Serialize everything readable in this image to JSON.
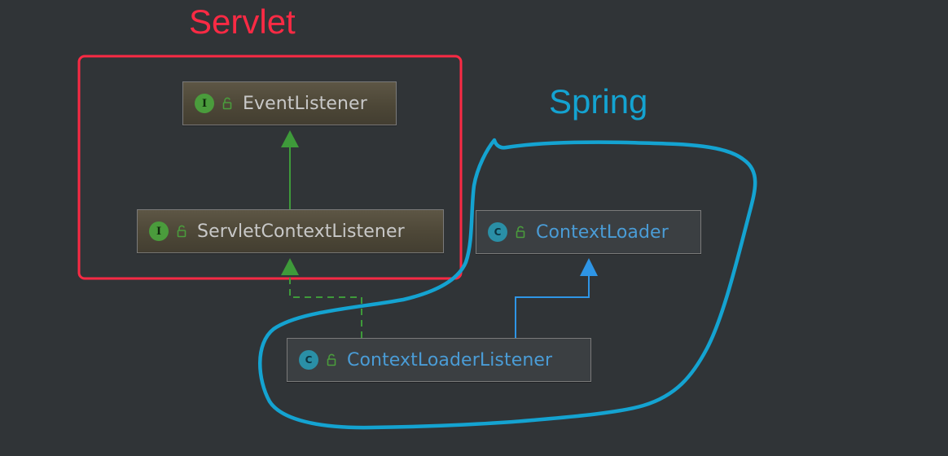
{
  "annotations": {
    "servlet_label": "Servlet",
    "spring_label": "Spring",
    "servlet_color": "#fa2a44",
    "spring_color": "#14a3d1"
  },
  "nodes": {
    "event_listener": {
      "kind": "interface",
      "kind_letter": "I",
      "name": "EventListener"
    },
    "servlet_context_listener": {
      "kind": "interface",
      "kind_letter": "I",
      "name": "ServletContextListener"
    },
    "context_loader": {
      "kind": "class",
      "kind_letter": "C",
      "name": "ContextLoader"
    },
    "context_loader_listener": {
      "kind": "class",
      "kind_letter": "C",
      "name": "ContextLoaderListener"
    }
  },
  "relations": [
    {
      "from": "ServletContextListener",
      "to": "EventListener",
      "type": "extends"
    },
    {
      "from": "ContextLoaderListener",
      "to": "ServletContextListener",
      "type": "implements"
    },
    {
      "from": "ContextLoaderListener",
      "to": "ContextLoader",
      "type": "extends"
    }
  ],
  "colors": {
    "background": "#303437",
    "interface_text": "#c8c8c8",
    "class_text": "#4a9cd6",
    "extends_interface_arrow": "#3e9a3a",
    "implements_arrow": "#3e9a3a",
    "extends_class_arrow": "#2e95e6"
  },
  "icons": {
    "interface": "interface-icon",
    "class": "class-icon",
    "visibility": "unlocked-padlock-icon"
  }
}
